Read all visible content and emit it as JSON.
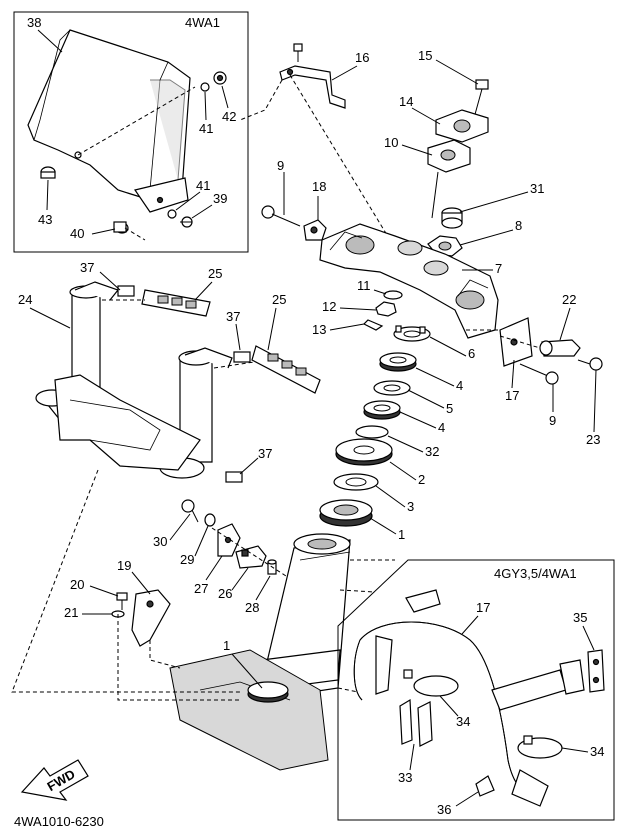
{
  "diagram_id": "4WA1010-6230",
  "inset_top_label": "4WA1",
  "inset_bottom_label": "4GY3,5/4WA1",
  "fwd_label": "FWD",
  "part_labels": {
    "p38": "38",
    "p42": "42",
    "p41a": "41",
    "p41b": "41",
    "p39": "39",
    "p43": "43",
    "p40": "40",
    "p16": "16",
    "p15": "15",
    "p14": "14",
    "p10": "10",
    "p9a": "9",
    "p18": "18",
    "p31": "31",
    "p8": "8",
    "p7": "7",
    "p37a": "37",
    "p25a": "25",
    "p24": "24",
    "p37b": "37",
    "p25b": "25",
    "p11": "11",
    "p12": "12",
    "p13": "13",
    "p6": "6",
    "p22": "22",
    "p17a": "17",
    "p9b": "9",
    "p23": "23",
    "p4a": "4",
    "p5": "5",
    "p4b": "4",
    "p32": "32",
    "p2": "2",
    "p3": "3",
    "p1a": "1",
    "p37c": "37",
    "p30": "30",
    "p29": "29",
    "p27": "27",
    "p26": "26",
    "p28": "28",
    "p19": "19",
    "p20": "20",
    "p21": "21",
    "p1b": "1",
    "p17b": "17",
    "p35": "35",
    "p34a": "34",
    "p34b": "34",
    "p33": "33",
    "p36": "36"
  }
}
